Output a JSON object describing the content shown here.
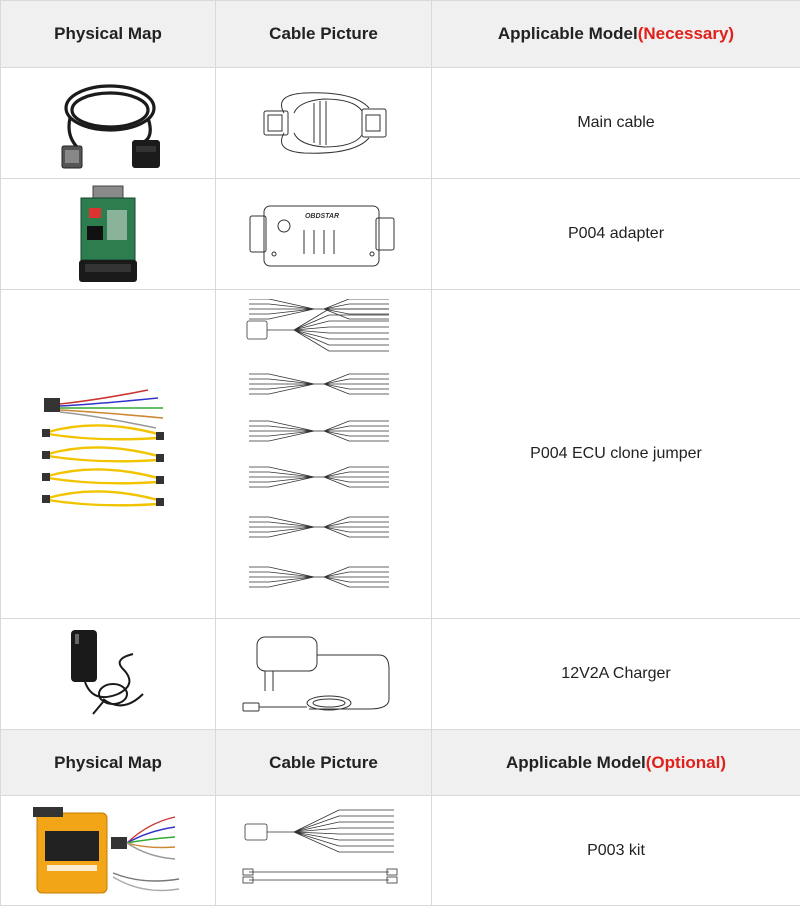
{
  "header1": {
    "col1": "Physical Map",
    "col2": "Cable Picture",
    "col3_prefix": "Applicable Model",
    "col3_highlight": "(Necessary)"
  },
  "rows": [
    {
      "model": "Main cable"
    },
    {
      "model": "P004 adapter"
    },
    {
      "model": "P004 ECU clone jumper"
    },
    {
      "model": "12V2A Charger"
    }
  ],
  "header2": {
    "col1": "Physical Map",
    "col2": "Cable Picture",
    "col3_prefix": "Applicable Model",
    "col3_highlight": "(Optional)"
  },
  "rows_optional": [
    {
      "model": "P003 kit"
    }
  ],
  "adapter_brand": "OBDSTAR",
  "colors": {
    "highlight": "#e0201b",
    "header_bg": "#f0f0f0",
    "border": "#d9d9d9",
    "wire_yellow": "#f2c400"
  }
}
